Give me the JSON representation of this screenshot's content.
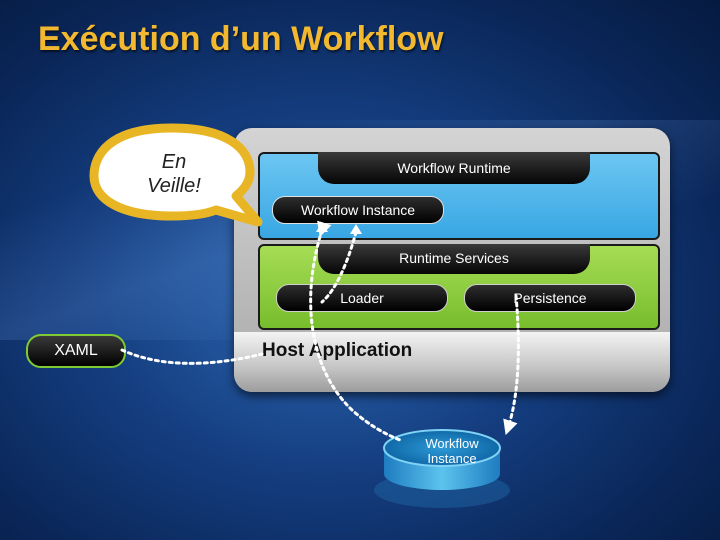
{
  "title": "Exécution d’un Workflow",
  "callout": {
    "line1": "En",
    "line2": "Veille!"
  },
  "runtime": {
    "label": "Workflow Runtime",
    "instance_label": "Workflow Instance"
  },
  "services": {
    "label": "Runtime Services",
    "loader_label": "Loader",
    "persistence_label": "Persistence"
  },
  "host": {
    "label": "Host Application"
  },
  "xaml": {
    "label": "XAML"
  },
  "database": {
    "line1": "Workflow",
    "line2": "Instance"
  },
  "colors": {
    "title": "#f2b830",
    "runtime": "#4db3ea",
    "services": "#8fce3e",
    "callout_ring": "#e8b625",
    "database": "#3aa9dd"
  }
}
